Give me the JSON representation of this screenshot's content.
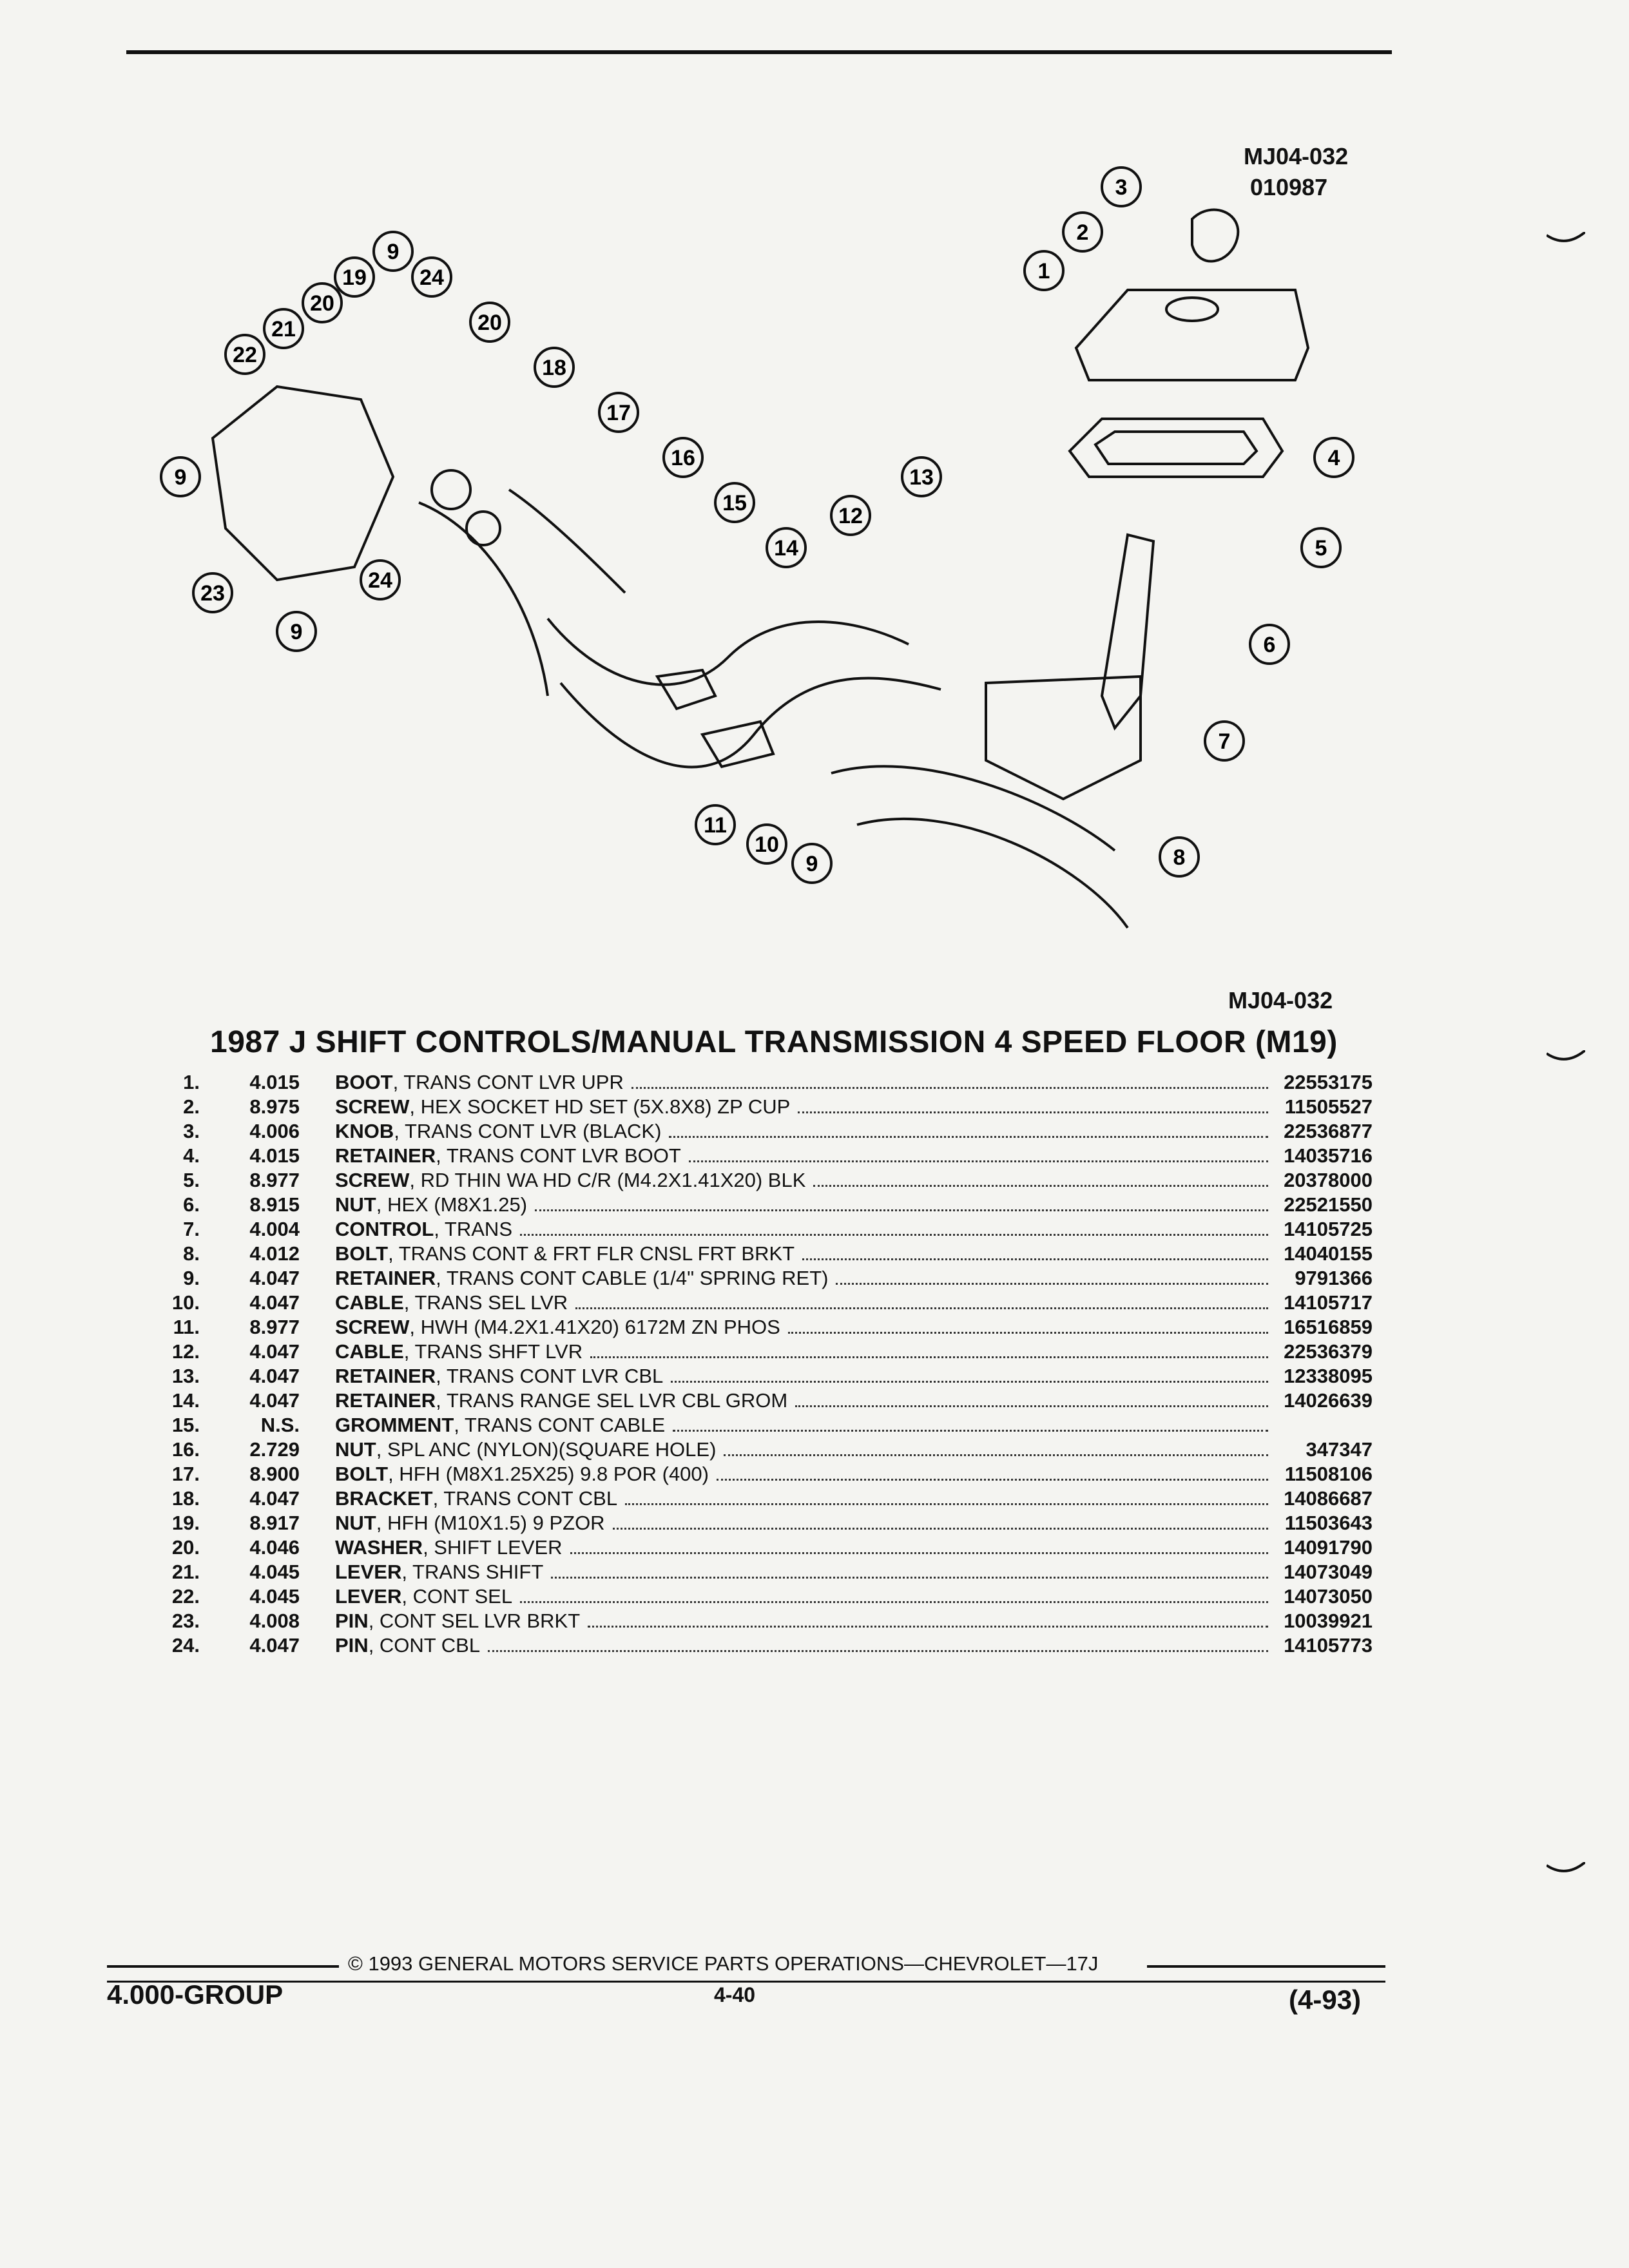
{
  "diagram": {
    "code_top": "MJ04-032",
    "code_date": "010987",
    "code_bottom": "MJ04-032",
    "callouts": [
      "1",
      "2",
      "3",
      "4",
      "5",
      "6",
      "7",
      "8",
      "9",
      "10",
      "11",
      "12",
      "13",
      "14",
      "15",
      "16",
      "17",
      "18",
      "19",
      "20",
      "21",
      "22",
      "23",
      "24"
    ]
  },
  "title": "1987 J SHIFT CONTROLS/MANUAL TRANSMISSION 4 SPEED FLOOR (M19)",
  "parts": [
    {
      "num": "1.",
      "group": "4.015",
      "name": "BOOT",
      "detail": ", TRANS CONT LVR UPR",
      "part": "22553175"
    },
    {
      "num": "2.",
      "group": "8.975",
      "name": "SCREW",
      "detail": ", HEX SOCKET HD SET (5X.8X8) ZP CUP",
      "part": "11505527"
    },
    {
      "num": "3.",
      "group": "4.006",
      "name": "KNOB",
      "detail": ", TRANS CONT LVR (BLACK)",
      "part": "22536877"
    },
    {
      "num": "4.",
      "group": "4.015",
      "name": "RETAINER",
      "detail": ", TRANS CONT LVR BOOT",
      "part": "14035716"
    },
    {
      "num": "5.",
      "group": "8.977",
      "name": "SCREW",
      "detail": ", RD THIN WA HD C/R (M4.2X1.41X20) BLK",
      "part": "20378000"
    },
    {
      "num": "6.",
      "group": "8.915",
      "name": "NUT",
      "detail": ", HEX (M8X1.25)",
      "part": "22521550"
    },
    {
      "num": "7.",
      "group": "4.004",
      "name": "CONTROL",
      "detail": ", TRANS",
      "part": "14105725"
    },
    {
      "num": "8.",
      "group": "4.012",
      "name": "BOLT",
      "detail": ", TRANS CONT & FRT FLR CNSL FRT BRKT",
      "part": "14040155"
    },
    {
      "num": "9.",
      "group": "4.047",
      "name": "RETAINER",
      "detail": ", TRANS CONT CABLE (1/4\" SPRING RET)",
      "part": "9791366"
    },
    {
      "num": "10.",
      "group": "4.047",
      "name": "CABLE",
      "detail": ", TRANS SEL LVR",
      "part": "14105717"
    },
    {
      "num": "11.",
      "group": "8.977",
      "name": "SCREW",
      "detail": ", HWH (M4.2X1.41X20) 6172M ZN PHOS",
      "part": "16516859"
    },
    {
      "num": "12.",
      "group": "4.047",
      "name": "CABLE",
      "detail": ", TRANS SHFT LVR",
      "part": "22536379"
    },
    {
      "num": "13.",
      "group": "4.047",
      "name": "RETAINER",
      "detail": ", TRANS CONT LVR CBL",
      "part": "12338095"
    },
    {
      "num": "14.",
      "group": "4.047",
      "name": "RETAINER",
      "detail": ", TRANS RANGE SEL LVR CBL GROM",
      "part": "14026639"
    },
    {
      "num": "15.",
      "group": "N.S.",
      "name": "GROMMENT",
      "detail": ", TRANS CONT CABLE",
      "part": ""
    },
    {
      "num": "16.",
      "group": "2.729",
      "name": "NUT",
      "detail": ", SPL ANC (NYLON)(SQUARE HOLE)",
      "part": "347347"
    },
    {
      "num": "17.",
      "group": "8.900",
      "name": "BOLT",
      "detail": ", HFH (M8X1.25X25) 9.8 POR (400)",
      "part": "11508106"
    },
    {
      "num": "18.",
      "group": "4.047",
      "name": "BRACKET",
      "detail": ", TRANS CONT CBL",
      "part": "14086687"
    },
    {
      "num": "19.",
      "group": "8.917",
      "name": "NUT",
      "detail": ", HFH (M10X1.5) 9 PZOR",
      "part": "11503643"
    },
    {
      "num": "20.",
      "group": "4.046",
      "name": "WASHER",
      "detail": ", SHIFT LEVER",
      "part": "14091790"
    },
    {
      "num": "21.",
      "group": "4.045",
      "name": "LEVER",
      "detail": ", TRANS SHIFT",
      "part": "14073049"
    },
    {
      "num": "22.",
      "group": "4.045",
      "name": "LEVER",
      "detail": ", CONT SEL",
      "part": "14073050"
    },
    {
      "num": "23.",
      "group": "4.008",
      "name": "PIN",
      "detail": ", CONT SEL LVR BRKT",
      "part": "10039921"
    },
    {
      "num": "24.",
      "group": "4.047",
      "name": "PIN",
      "detail": ", CONT CBL",
      "part": "14105773"
    }
  ],
  "footer": {
    "copyright": "© 1993 GENERAL MOTORS SERVICE PARTS OPERATIONS—CHEVROLET—17J",
    "group": "4.000-GROUP",
    "page": "4-40",
    "date": "(4-93)"
  }
}
